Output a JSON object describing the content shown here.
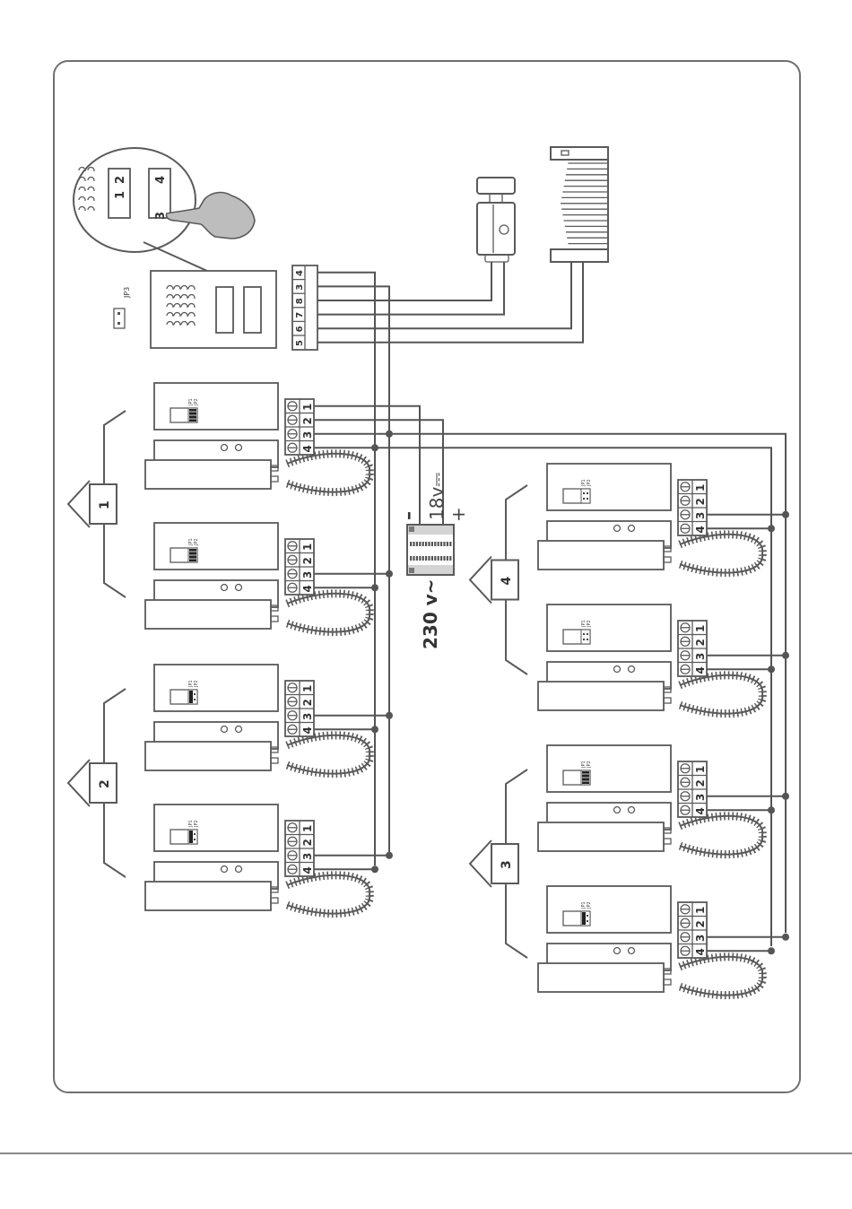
{
  "diagram": {
    "type": "intercom-wiring-diagram",
    "entrance_panel": {
      "jumper_label": "JP3",
      "button_labels": [
        "1",
        "2",
        "3",
        "4"
      ],
      "terminal_labels": [
        "4",
        "3",
        "8",
        "7",
        "6",
        "5"
      ]
    },
    "power_supply": {
      "output_label": "18v⎓",
      "minus_label": "–",
      "plus_label": "+",
      "input_label": "230 v~"
    },
    "handset_terminals": [
      "1",
      "2",
      "3",
      "4"
    ],
    "jumper_labels": [
      "JP1",
      "JP2"
    ],
    "apartments": [
      {
        "label": "1",
        "phones": [
          {
            "jumper": "JP2 closed"
          },
          {
            "jumper": "JP2 closed"
          }
        ]
      },
      {
        "label": "2",
        "phones": [
          {
            "jumper": "JP1 closed"
          },
          {
            "jumper": "JP1 closed"
          }
        ]
      },
      {
        "label": "4",
        "phones": [
          {
            "jumper": "open"
          },
          {
            "jumper": "open"
          }
        ]
      },
      {
        "label": "3",
        "phones": [
          {
            "jumper": "JP2 closed"
          },
          {
            "jumper": "JP1 closed"
          }
        ]
      }
    ],
    "colors": {
      "line": "#5a5a5a",
      "frame": "#707070"
    }
  }
}
